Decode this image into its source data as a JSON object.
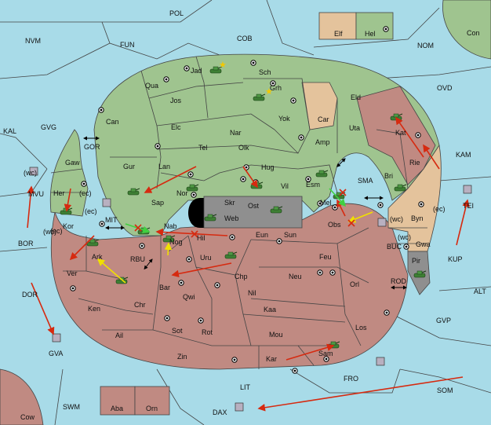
{
  "colors": {
    "sea": "#a8dbe8",
    "green": "#9fc48f",
    "red": "#c08a82",
    "tan": "#e4c39c",
    "grey": "#8f8f8f",
    "black": "#000000",
    "line": "#444444",
    "move_red": "#d62a10",
    "move_yellow": "#f0e000",
    "move_green": "#40d040"
  },
  "labels": {
    "POL": "POL",
    "NVM": "NVM",
    "FUN": "FUN",
    "COB": "COB",
    "NOM": "NOM",
    "Con": "Con",
    "Elf": "Elf",
    "Hel": "Hel",
    "OVD": "OVD",
    "KAL": "KAL",
    "GVG": "GVG",
    "Jad": "Jad",
    "Sch": "Sch",
    "Qua": "Qua",
    "Grh": "Grh",
    "Jos": "Jos",
    "Eld": "Eld",
    "Can": "Can",
    "Yok": "Yok",
    "Car": "Car",
    "Elc": "Elc",
    "Nar": "Nar",
    "Uta": "Uta",
    "Kat": "Kat",
    "Tel": "Tel",
    "Olk": "Olk",
    "Amp": "Amp",
    "GOR": "GOR",
    "Gaw": "Gaw",
    "Gur": "Gur",
    "Lan": "Lan",
    "Hug": "Hug",
    "KAM": "KAM",
    "Rie": "Rie",
    "Bri": "Bri",
    "MVU": "MVU",
    "wc1": "(wc)",
    "Her": "Her",
    "ec1": "(ec)",
    "Nor": "Nor",
    "Vil": "Vil",
    "Esm": "Esm",
    "SMA": "SMA",
    "Skr": "Skr",
    "Sap": "Sap",
    "Ost": "Ost",
    "Web": "Web",
    "Mel": "Mel",
    "TEI": "TEI",
    "ec2": "(ec)",
    "ec3": "(ec)",
    "Kor": "Kor",
    "MIT": "MIT",
    "wc2": "(wc)",
    "Byn": "Byn",
    "Nab": "Nab",
    "Obs": "Obs",
    "ec4": "(ec)",
    "wc3": "(wc)",
    "BOR": "BOR",
    "Hil": "Hil",
    "Eun": "Eun",
    "Sun": "Sun",
    "Nog": "Nog",
    "wc4": "(wc)",
    "Gwa": "Gwa",
    "BUC": "BUC",
    "KUP": "KUP",
    "Ark": "Ark",
    "RBU": "RBU",
    "Uru": "Uru",
    "Feu": "Feu",
    "Pir": "Pir",
    "Ver": "Ver",
    "Chp": "Chp",
    "Neu": "Neu",
    "Orl": "Orl",
    "ROD": "ROD",
    "DOR": "DOR",
    "Bar": "Bar",
    "Nil": "Nil",
    "ALT": "ALT",
    "Qwi": "Qwi",
    "Ken": "Ken",
    "Chr": "Chr",
    "Kaa": "Kaa",
    "GVP": "GVP",
    "Ail": "Ail",
    "Sot": "Sot",
    "Rot": "Rot",
    "Mou": "Mou",
    "Los": "Los",
    "GVA": "GVA",
    "Zin": "Zin",
    "Kar": "Kar",
    "Sam": "Sam",
    "FRO": "FRO",
    "LIT": "LIT",
    "SOM": "SOM",
    "SWM": "SWM",
    "Aba": "Aba",
    "Orn": "Orn",
    "DAX": "DAX",
    "Cow": "Cow"
  },
  "legend_note": ""
}
